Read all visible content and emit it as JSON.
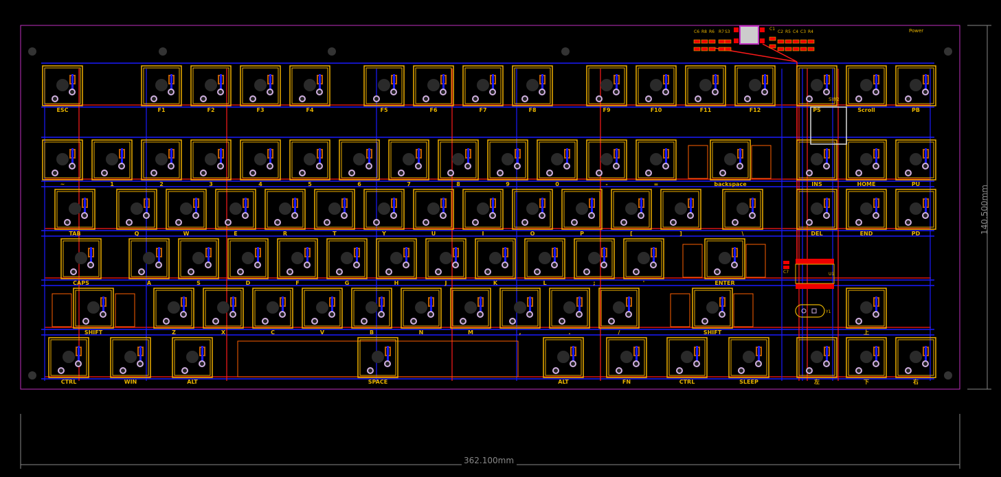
{
  "colors": {
    "outline": "#c030c0",
    "courtyard": "#f0b000",
    "front_copper": "#ff1a1a",
    "back_copper": "#1a1aff",
    "pad": "#d0b0e0",
    "dimension": "#888888"
  },
  "dimensions": {
    "width": "362.100mm",
    "height": "140.500mm"
  },
  "silkscreen": {
    "power": "Power",
    "sw2": "SW2",
    "components": [
      "C6",
      "R8",
      "R6",
      "R7",
      "S3",
      "C1",
      "C2",
      "R5",
      "C4",
      "C3",
      "R4",
      "C7",
      "U1",
      "Y1"
    ]
  },
  "keys": [
    [
      "ESC",
      "F1",
      "F2",
      "F3",
      "F4",
      "F5",
      "F6",
      "F7",
      "F8",
      "F9",
      "F10",
      "F11",
      "F12",
      "PS",
      "Scroll",
      "PB"
    ],
    [
      "~",
      "1",
      "2",
      "3",
      "4",
      "5",
      "6",
      "7",
      "8",
      "9",
      "0",
      "-",
      "=",
      "backspace",
      "INS",
      "HOME",
      "PU"
    ],
    [
      "TAB",
      "Q",
      "W",
      "E",
      "R",
      "T",
      "Y",
      "U",
      "I",
      "O",
      "P",
      "[",
      "]",
      "\\",
      "DEL",
      "END",
      "PD"
    ],
    [
      "CAPS",
      "A",
      "S",
      "D",
      "F",
      "G",
      "H",
      "J",
      "K",
      "L",
      ";",
      "'",
      "ENTER"
    ],
    [
      "SHIFT",
      "Z",
      "X",
      "C",
      "V",
      "B",
      "N",
      "M",
      ",",
      ".",
      "/",
      "SHIFT",
      "上"
    ],
    [
      "CTRL",
      "WIN",
      "ALT",
      "SPACE",
      "ALT",
      "FN",
      "CTRL",
      "SLEEP",
      "左",
      "下",
      "右"
    ]
  ]
}
